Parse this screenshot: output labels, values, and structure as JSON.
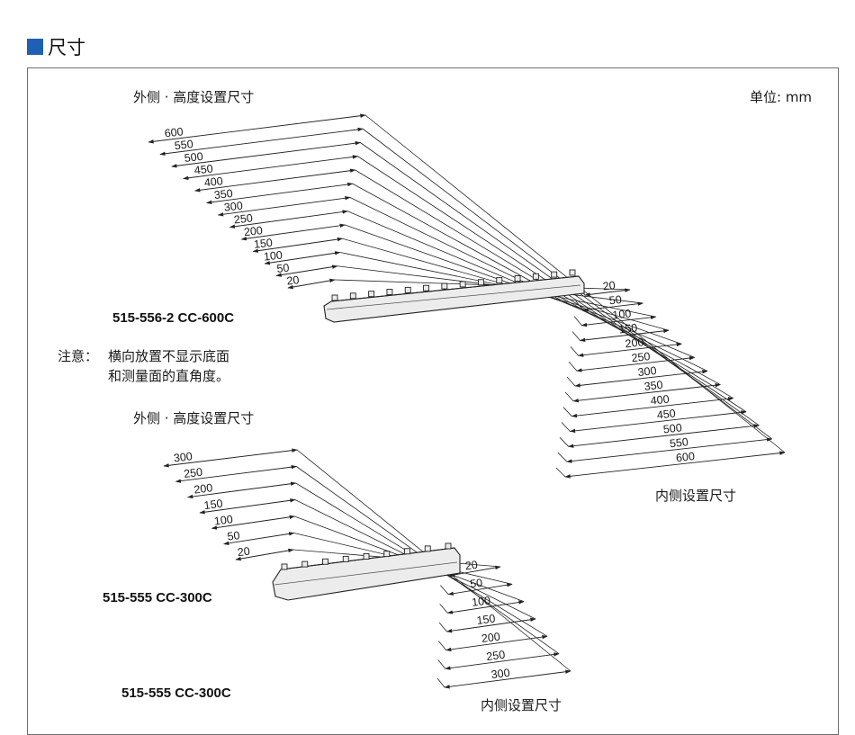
{
  "page": {
    "section_title": "尺寸",
    "unit_label": "单位: mm"
  },
  "large": {
    "outer_label": "外侧 · 高度设置尺寸",
    "inner_label": "内侧设置尺寸",
    "model": "515-556-2   CC-600C",
    "outer_dims": [
      "20",
      "50",
      "100",
      "150",
      "200",
      "250",
      "300",
      "350",
      "400",
      "450",
      "500",
      "550",
      "600"
    ],
    "inner_dims": [
      "20",
      "50",
      "100",
      "150",
      "200",
      "250",
      "300",
      "350",
      "400",
      "450",
      "500",
      "550",
      "600"
    ]
  },
  "note": {
    "label": "注意：",
    "line1": "横向放置不显示底面",
    "line2": "和测量面的直角度。"
  },
  "small": {
    "outer_label": "外侧 · 高度设置尺寸",
    "inner_label": "内侧设置尺寸",
    "model": "515-555   CC-300C",
    "model_bottom": "515-555   CC-300C",
    "outer_dims": [
      "20",
      "50",
      "100",
      "150",
      "200",
      "250",
      "300"
    ],
    "inner_dims": [
      "20",
      "50",
      "100",
      "150",
      "200",
      "250",
      "300"
    ]
  },
  "colors": {
    "accent": "#1f5fb4",
    "block_fill": "#ececec",
    "line": "#222222"
  }
}
